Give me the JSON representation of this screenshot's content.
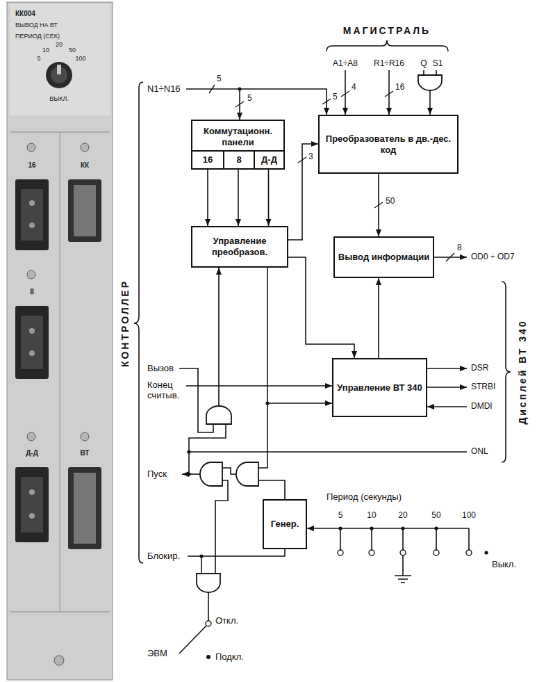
{
  "diagram": {
    "nodes": [
      {
        "text": [
          "Коммутационн. панели"
        ]
      },
      {
        "text": [
          "16"
        ],
        "in": 0
      },
      {
        "text": [
          "8"
        ],
        "in": 0
      },
      {
        "text": [
          "Д-Д"
        ],
        "in": 0
      },
      {
        "text": [
          "Преобразователь в дв.-дес. код"
        ]
      },
      {
        "text": [
          "Управление преобразов."
        ]
      },
      {
        "text": [
          "Вывод информации"
        ]
      },
      {
        "text": [
          "Управление ВТ 340"
        ]
      },
      {
        "text": [
          "Генер."
        ]
      }
    ],
    "edges": [
      {
        "from": 1,
        "to": 5,
        "arrow": "to"
      },
      {
        "from": 2,
        "to": 5,
        "arrow": "to"
      },
      {
        "from": 3,
        "to": 5,
        "arrow": "to"
      },
      {
        "from": 5,
        "to": 4,
        "arrow": "to",
        "label": "3"
      },
      {
        "from": 4,
        "to": 6,
        "arrow": "to",
        "label": "50"
      },
      {
        "from": 5,
        "to": 7,
        "arrow": "to"
      },
      {
        "from": 7,
        "to": 6,
        "arrow": "to"
      }
    ],
    "labels": [
      "КК004",
      "ВЫВОД НА ВТ",
      "ПЕРИОД (СЕК)",
      "10",
      "20",
      "50",
      "5",
      "100",
      "ВЫКЛ.",
      "16",
      "КК",
      "8",
      "Д-Д",
      "ВТ",
      "МАГИСТРАЛЬ",
      "A1÷A8",
      "R1÷R16",
      "Q",
      "S1",
      "N1÷N16",
      "5",
      "5",
      "5",
      "4",
      "16",
      "8",
      "OD0 ÷ OD7",
      "КОНТРОЛЛЕР",
      "Дисплей ВТ 340",
      "Вызов",
      "Конец считыв.",
      "DSR",
      "STRBI",
      "DMDI",
      "ONL",
      "Пуск",
      "Период (секунды)",
      "5",
      "10",
      "20",
      "50",
      "100",
      "Блокир.",
      "Выкл.",
      "Откл.",
      "ЭВМ",
      "Подкл."
    ]
  }
}
